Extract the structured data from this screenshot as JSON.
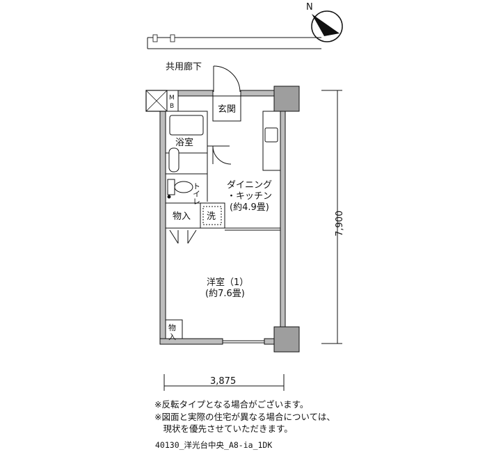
{
  "floorplan": {
    "corridor_label": "共用廊下",
    "rooms": {
      "entrance": "玄関",
      "bath": "浴室",
      "toilet": "トイレ",
      "mb": "M\nB",
      "storage_a": "物入",
      "laundry": "洗",
      "dk_name_1": "ダイニング",
      "dk_name_2": "・キッチン",
      "dk_area": "(約4.9畳)",
      "western_name": "洋室（1）",
      "western_area": "(約7.6畳)",
      "storage_b": "物入"
    },
    "dimensions": {
      "width": "3,875",
      "depth": "7,900"
    },
    "compass": "N"
  },
  "notes": {
    "line1": "※反転タイプとなる場合がございます。",
    "line2": "※図面と実際の住宅が異なる場合については、",
    "line3": "　現状を優先させていただきます。"
  },
  "code": "40130_洋光台中央_A8-ia_1DK"
}
